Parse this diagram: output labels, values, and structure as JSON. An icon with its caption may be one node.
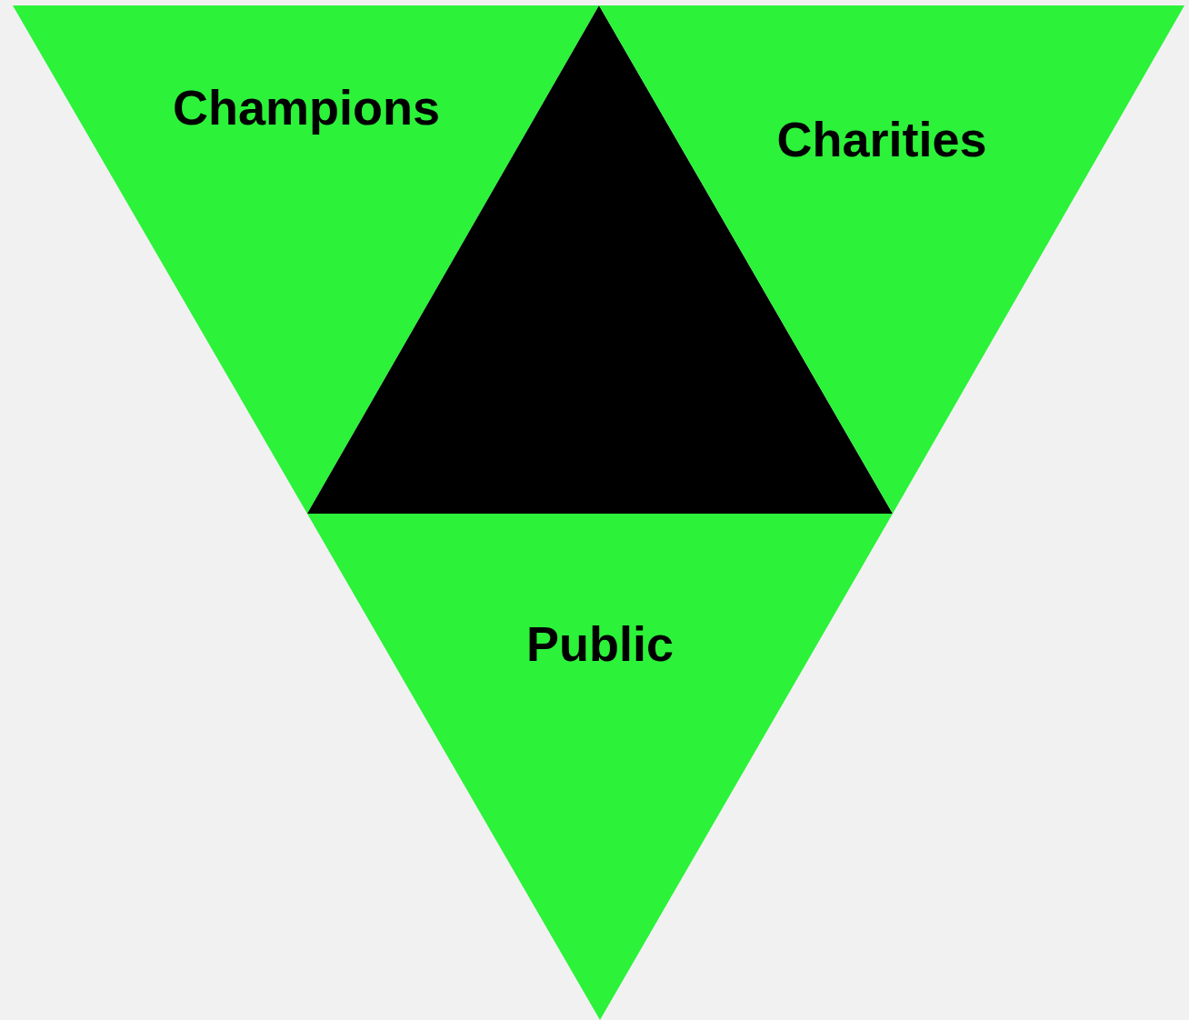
{
  "diagram": {
    "nodes": [
      {
        "text": [
          "Champions"
        ]
      },
      {
        "text": [],
        "shape": "triangle"
      },
      {
        "text": [
          "Charities"
        ]
      },
      {
        "text": [
          "Public"
        ]
      }
    ]
  }
}
